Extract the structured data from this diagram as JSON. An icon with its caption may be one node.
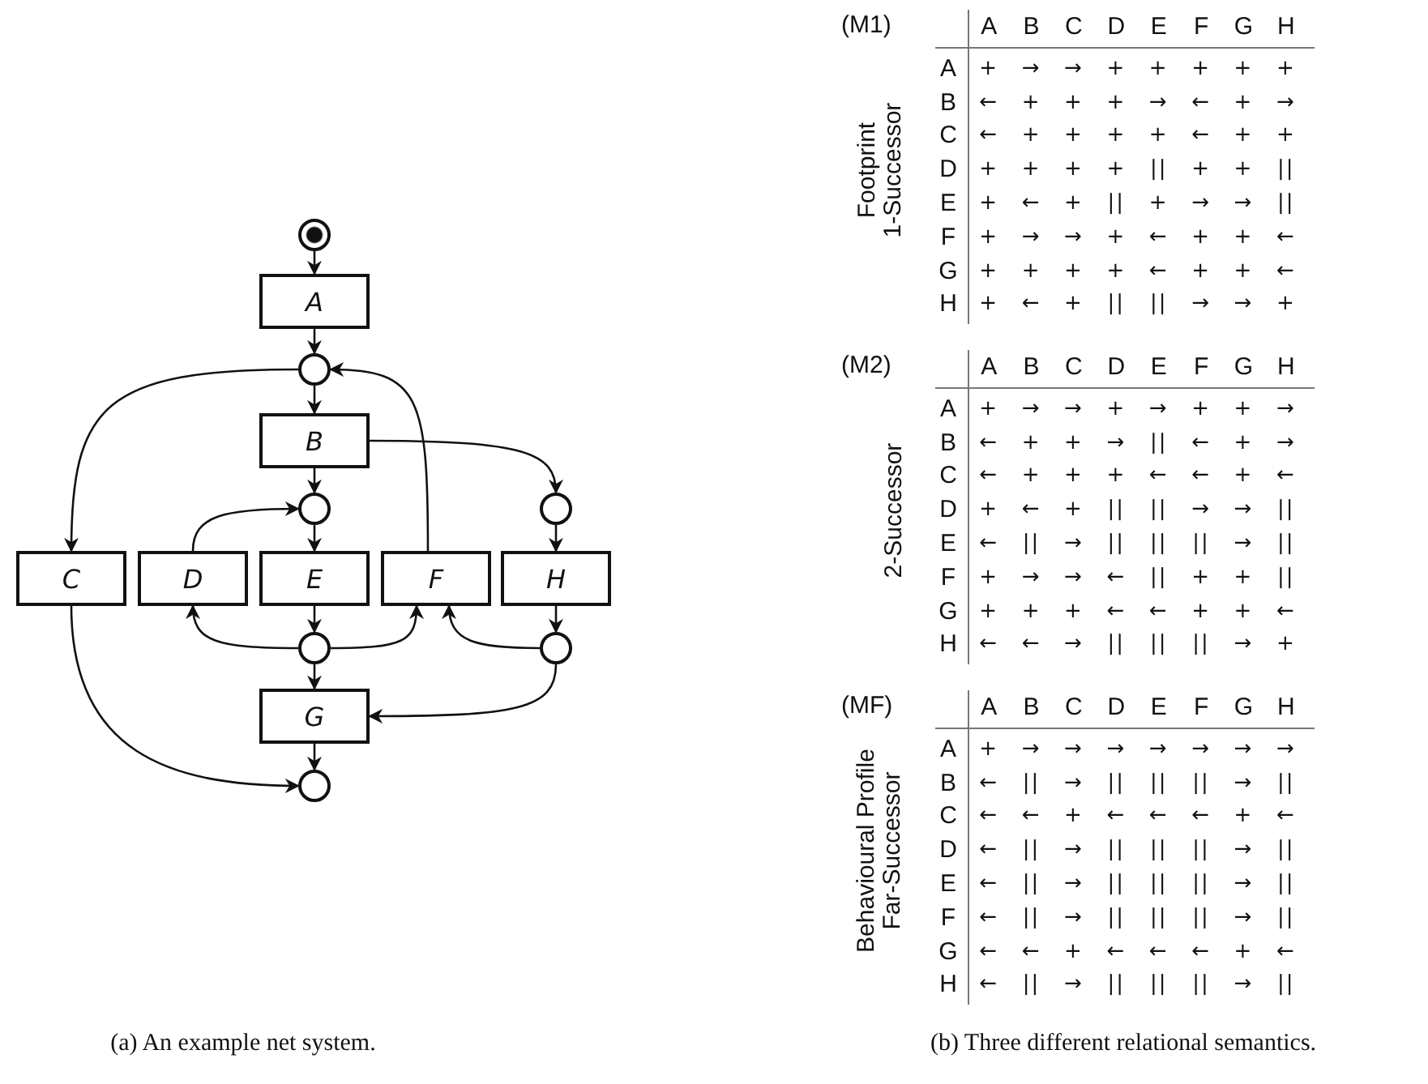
{
  "diagram": {
    "nodes": [
      {
        "text": [],
        "shape": "circle"
      },
      {
        "text": [
          "A"
        ]
      },
      {
        "text": [],
        "shape": "circle"
      },
      {
        "text": [
          "B"
        ]
      },
      {
        "text": [],
        "shape": "circle"
      },
      {
        "text": [],
        "shape": "circle"
      },
      {
        "text": [
          "C"
        ]
      },
      {
        "text": [
          "D"
        ]
      },
      {
        "text": [
          "E"
        ]
      },
      {
        "text": [
          "F"
        ]
      },
      {
        "text": [
          "H"
        ]
      },
      {
        "text": [],
        "shape": "circle"
      },
      {
        "text": [],
        "shape": "circle"
      },
      {
        "text": [
          "G"
        ]
      },
      {
        "text": [],
        "shape": "circle"
      }
    ],
    "edges": [
      {
        "from": 0,
        "to": 1,
        "arrow": "to"
      },
      {
        "from": 1,
        "to": 2,
        "arrow": "to"
      },
      {
        "from": 2,
        "to": 3,
        "arrow": "to"
      },
      {
        "from": 2,
        "to": 6,
        "arrow": "to"
      },
      {
        "from": 9,
        "to": 2,
        "arrow": "to"
      },
      {
        "from": 3,
        "to": 4,
        "arrow": "to"
      },
      {
        "from": 3,
        "to": 5,
        "arrow": "to"
      },
      {
        "from": 4,
        "to": 8,
        "arrow": "to"
      },
      {
        "from": 7,
        "to": 4,
        "arrow": "to"
      },
      {
        "from": 5,
        "to": 10,
        "arrow": "to"
      },
      {
        "from": 8,
        "to": 11,
        "arrow": "to"
      },
      {
        "from": 11,
        "to": 7,
        "arrow": "to"
      },
      {
        "from": 11,
        "to": 9,
        "arrow": "to"
      },
      {
        "from": 10,
        "to": 12,
        "arrow": "to"
      },
      {
        "from": 12,
        "to": 9,
        "arrow": "to"
      },
      {
        "from": 11,
        "to": 13,
        "arrow": "to"
      },
      {
        "from": 12,
        "to": 13,
        "arrow": "to"
      },
      {
        "from": 13,
        "to": 14,
        "arrow": "to"
      },
      {
        "from": 6,
        "to": 14,
        "arrow": "to"
      }
    ],
    "labels": [
      "(M1)",
      "Footprint 1-Successor",
      "A",
      "B",
      "C",
      "D",
      "E",
      "F",
      "G",
      "H",
      "A",
      "+",
      "→",
      "→",
      "+",
      "+",
      "+",
      "+",
      "+",
      "B",
      "←",
      "+",
      "+",
      "+",
      "→",
      "←",
      "+",
      "→",
      "C",
      "←",
      "+",
      "+",
      "+",
      "+",
      "←",
      "+",
      "+",
      "D",
      "+",
      "+",
      "+",
      "+",
      "||",
      "+",
      "+",
      "||",
      "E",
      "+",
      "←",
      "+",
      "||",
      "+",
      "→",
      "→",
      "||",
      "F",
      "+",
      "→",
      "→",
      "+",
      "←",
      "+",
      "+",
      "←",
      "G",
      "+",
      "+",
      "+",
      "+",
      "←",
      "+",
      "+",
      "←",
      "H",
      "+",
      "←",
      "+",
      "||",
      "||",
      "→",
      "→",
      "+",
      "(M2)",
      "2-Successor",
      "A",
      "B",
      "C",
      "D",
      "E",
      "F",
      "G",
      "H",
      "A",
      "+",
      "→",
      "→",
      "+",
      "→",
      "+",
      "+",
      "→",
      "B",
      "←",
      "+",
      "+",
      "→",
      "||",
      "←",
      "+",
      "→",
      "C",
      "←",
      "+",
      "+",
      "+",
      "←",
      "←",
      "+",
      "←",
      "D",
      "+",
      "←",
      "+",
      "||",
      "||",
      "→",
      "→",
      "||",
      "E",
      "←",
      "||",
      "→",
      "||",
      "||",
      "||",
      "→",
      "||",
      "F",
      "+",
      "→",
      "→",
      "←",
      "||",
      "+",
      "+",
      "||",
      "G",
      "+",
      "+",
      "+",
      "←",
      "←",
      "+",
      "+",
      "←",
      "H",
      "←",
      "←",
      "→",
      "||",
      "||",
      "||",
      "→",
      "+",
      "(MF)",
      "Behavioural Profile Far-Successor",
      "A",
      "B",
      "C",
      "D",
      "E",
      "F",
      "G",
      "H",
      "A",
      "+",
      "→",
      "→",
      "→",
      "→",
      "→",
      "→",
      "→",
      "B",
      "←",
      "||",
      "→",
      "||",
      "||",
      "||",
      "→",
      "||",
      "C",
      "←",
      "←",
      "+",
      "←",
      "←",
      "←",
      "+",
      "←",
      "D",
      "←",
      "||",
      "→",
      "||",
      "||",
      "||",
      "→",
      "||",
      "E",
      "←",
      "||",
      "→",
      "||",
      "||",
      "||",
      "→",
      "||",
      "F",
      "←",
      "||",
      "→",
      "||",
      "||",
      "||",
      "→",
      "||",
      "G",
      "←",
      "←",
      "+",
      "←",
      "←",
      "←",
      "+",
      "←",
      "H",
      "←",
      "||",
      "→",
      "||",
      "||",
      "||",
      "→",
      "||",
      "(a) An example net system.",
      "(b) Three different relational semantics."
    ]
  }
}
